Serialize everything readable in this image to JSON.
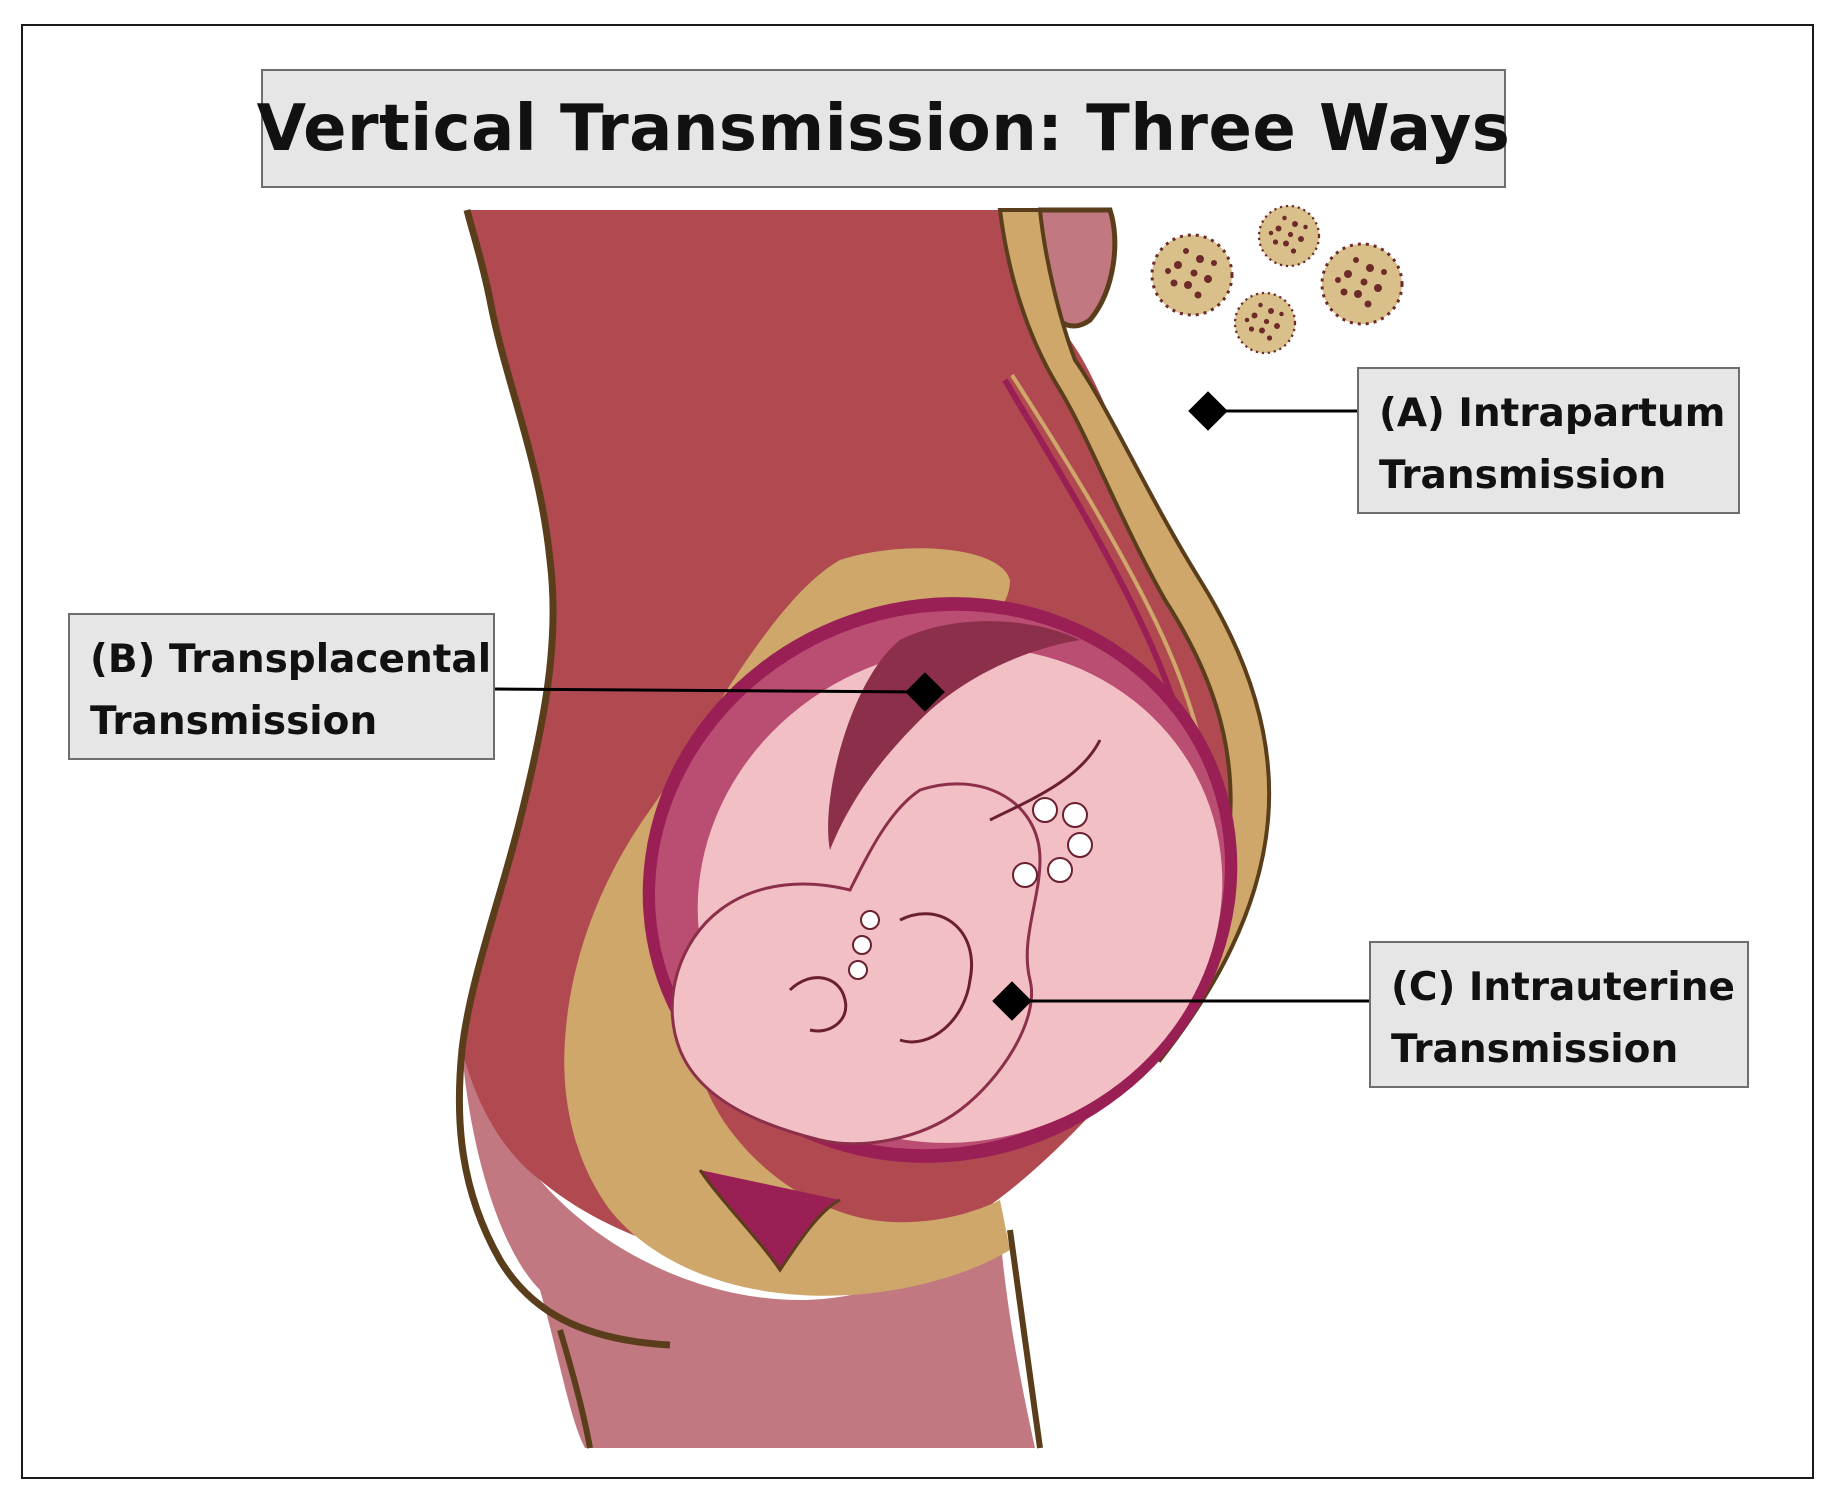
{
  "title": "Vertical Transmission: Three Ways",
  "labels": {
    "a": {
      "line1": "(A) Intrapartum",
      "line2": "Transmission"
    },
    "b": {
      "line1": "(B) Transplacental",
      "line2": "Transmission"
    },
    "c": {
      "line1": "(C) Intrauterine",
      "line2": "Transmission"
    }
  },
  "colors": {
    "body_dark": "#b04a50",
    "body_light": "#c27880",
    "outline": "#5a3e1c",
    "fat_layer": "#cfa76a",
    "uterus_wall": "#9a1f55",
    "amniotic": "#b94d72",
    "fetus": "#f2bfc5",
    "virus_body": "#d9c08a",
    "virus_spot": "#6e2a2a",
    "label_bg": "#e6e6e6",
    "pointer": "#000000"
  }
}
